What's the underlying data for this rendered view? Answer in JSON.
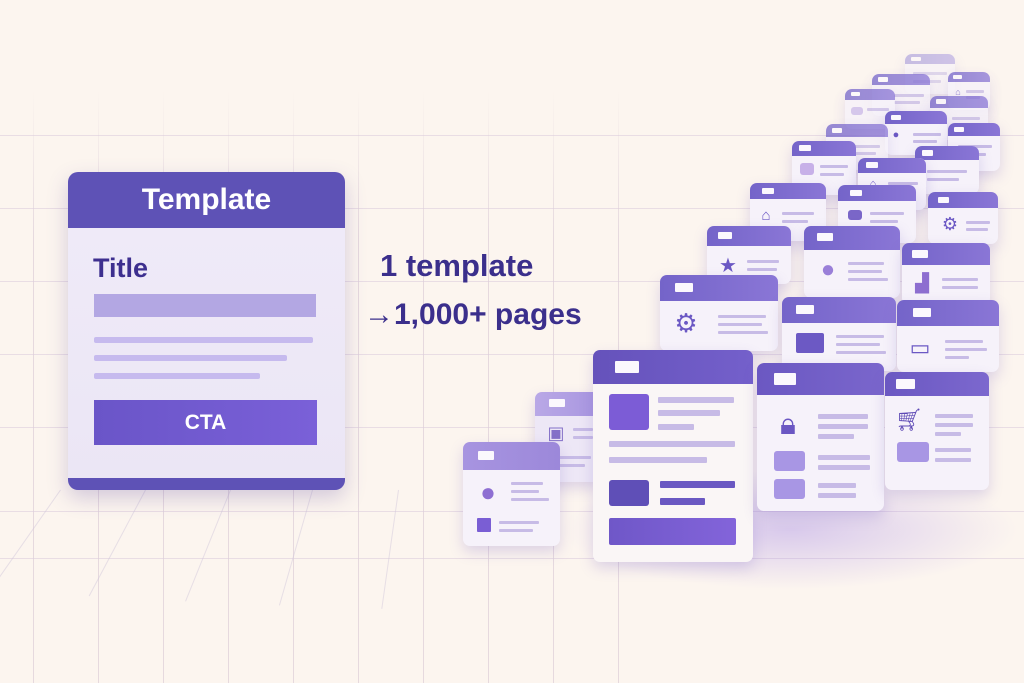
{
  "template_card": {
    "header": "Template",
    "title": "Title",
    "cta_label": "CTA"
  },
  "caption": {
    "line1": "1 template",
    "arrow": "→",
    "line2": "1,000+ pages"
  },
  "page_icons": [
    "location-pin",
    "monitor-network",
    "article",
    "lock-briefcase",
    "shopping-cart",
    "gear",
    "star",
    "location-pin",
    "card",
    "suitcase",
    "shopping-bag",
    "gear",
    "home"
  ],
  "colors": {
    "background": "#fcf5ef",
    "template_header": "#5e52b6",
    "template_body": "#efeaf8",
    "title_text": "#3d2f8f",
    "cta": "#6a55c8",
    "page_header": "#7464c9",
    "placeholder_line": "#c7bbe6",
    "caption_text": "#3b2f8c"
  }
}
